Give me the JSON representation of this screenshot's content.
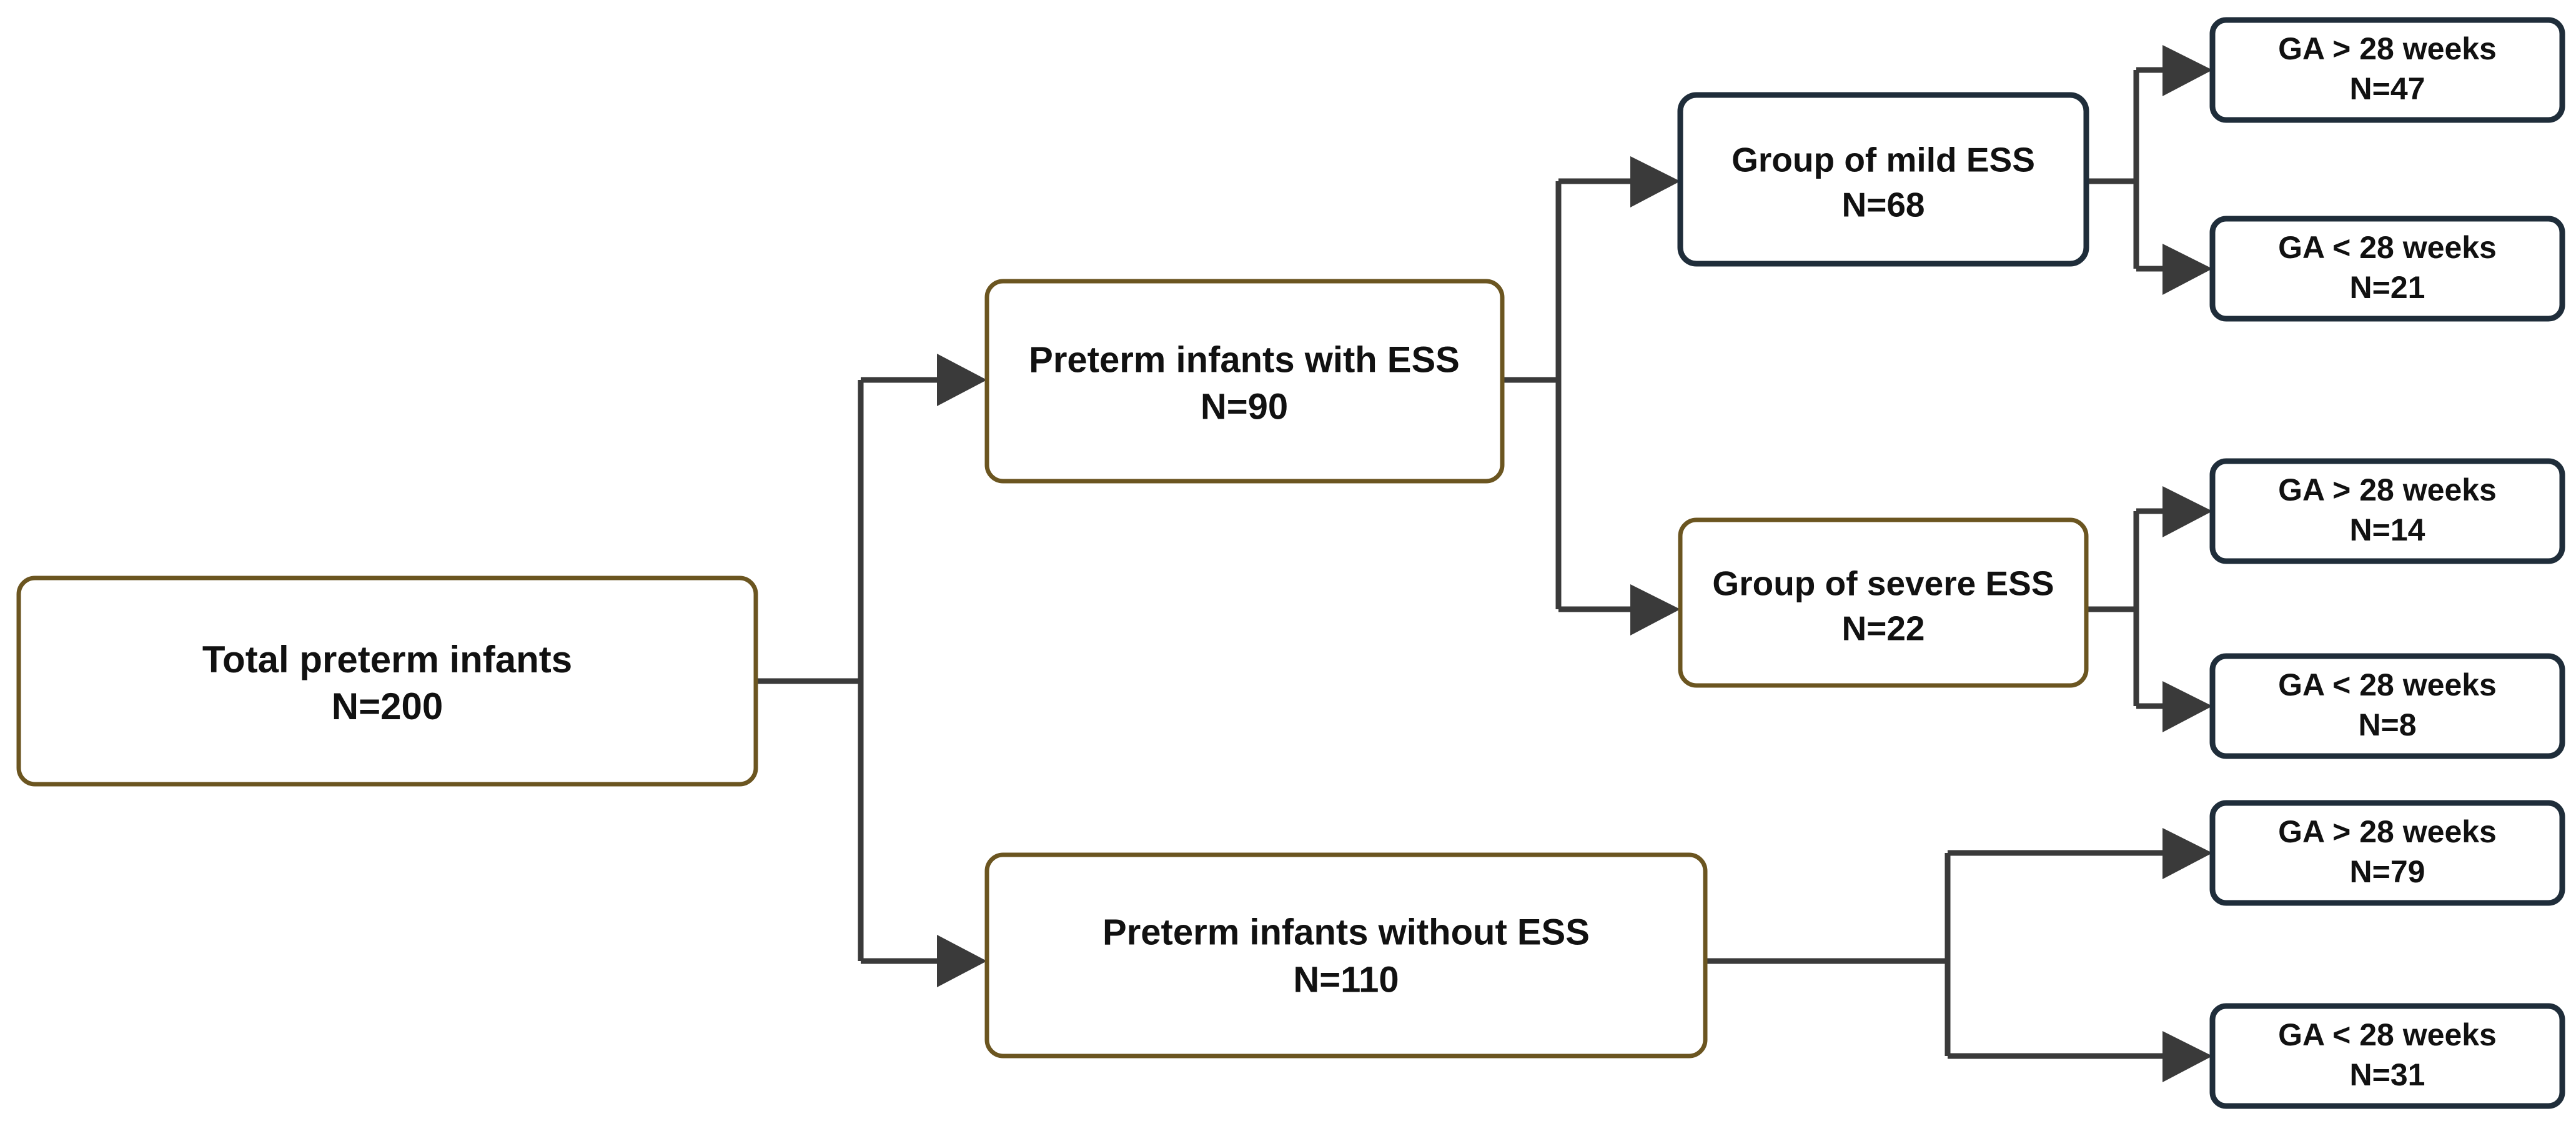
{
  "diagram": {
    "type": "flowchart",
    "title": "Preterm infants ESS study flow diagram",
    "orientation": "left-to-right",
    "background_color": "#ffffff",
    "colors": {
      "border_brown": "#6b5520",
      "border_navy": "#1f2d3a",
      "connector": "#3a3a3a",
      "box_fill": "#ffffff",
      "text": "#111111"
    }
  },
  "nodes": {
    "root": {
      "line1": "Total preterm infants",
      "line2": "N=200",
      "border_color": "#6b5520"
    },
    "with_ess": {
      "line1": "Preterm infants with ESS",
      "line2": "N=90",
      "border_color": "#6b5520"
    },
    "without_ess": {
      "line1": "Preterm infants without ESS",
      "line2": "N=110",
      "border_color": "#6b5520"
    },
    "mild_ess": {
      "line1": "Group of mild ESS",
      "line2": "N=68",
      "border_color": "#1f2d3a"
    },
    "severe_ess": {
      "line1": "Group of severe ESS",
      "line2": "N=22",
      "border_color": "#6b5520"
    },
    "mild_ga_over": {
      "line1": "GA  > 28 weeks",
      "line2": "N=47",
      "border_color": "#1f2d3a"
    },
    "mild_ga_under": {
      "line1": "GA  < 28 weeks",
      "line2": "N=21",
      "border_color": "#1f2d3a"
    },
    "severe_ga_over": {
      "line1": "GA  > 28 weeks",
      "line2": "N=14",
      "border_color": "#1f2d3a"
    },
    "severe_ga_under": {
      "line1": "GA  < 28 weeks",
      "line2": "N=8",
      "border_color": "#1f2d3a"
    },
    "noess_ga_over": {
      "line1": "GA  > 28 weeks",
      "line2": "N=79",
      "border_color": "#1f2d3a"
    },
    "noess_ga_under": {
      "line1": "GA  < 28 weeks",
      "line2": "N=31",
      "border_color": "#1f2d3a"
    }
  },
  "chart_data": {
    "type": "table",
    "title": "Preterm infants ESS study flow counts",
    "categories": [
      "Total preterm infants",
      "Preterm infants with ESS",
      "Preterm infants without ESS",
      "Group of mild ESS",
      "Group of severe ESS",
      "Mild ESS: GA > 28 weeks",
      "Mild ESS: GA < 28 weeks",
      "Severe ESS: GA > 28 weeks",
      "Severe ESS: GA < 28 weeks",
      "Without ESS: GA > 28 weeks",
      "Without ESS: GA < 28 weeks"
    ],
    "values": [
      200,
      90,
      110,
      68,
      22,
      47,
      21,
      14,
      8,
      79,
      31
    ]
  }
}
